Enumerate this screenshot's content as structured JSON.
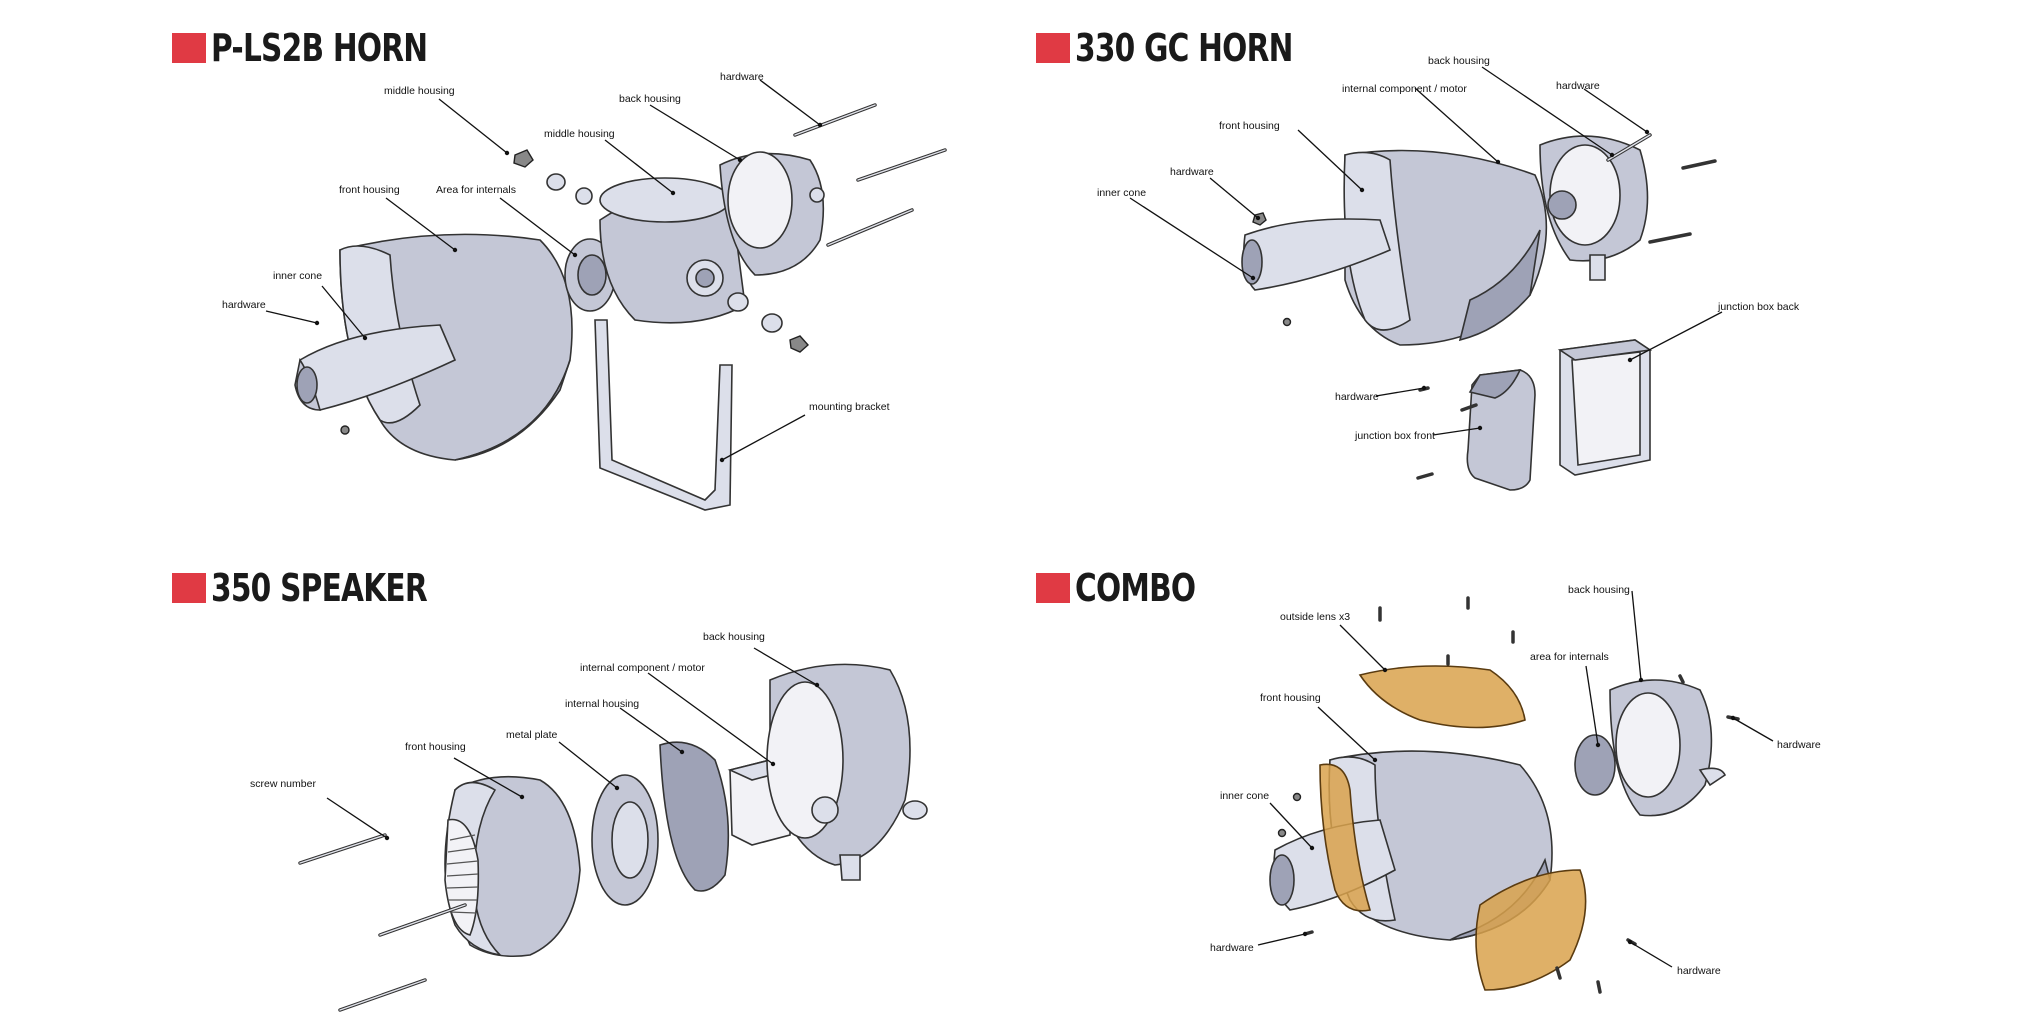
{
  "colors": {
    "accent": "#e03a44",
    "part_fill": "#c4c7d6",
    "lens_fill": "#d9a24c"
  },
  "panels": [
    {
      "title": "P-LS2B HORN",
      "labels": [
        "middle housing",
        "hardware",
        "back housing",
        "middle housing",
        "front housing",
        "Area for internals",
        "inner cone",
        "hardware",
        "mounting bracket"
      ]
    },
    {
      "title": "330 GC HORN",
      "labels": [
        "back housing",
        "internal component / motor",
        "hardware",
        "front housing",
        "hardware",
        "inner cone",
        "junction box back",
        "hardware",
        "junction box front"
      ]
    },
    {
      "title": "350 SPEAKER",
      "labels": [
        "back housing",
        "internal component / motor",
        "internal housing",
        "metal plate",
        "front housing",
        "screw number"
      ]
    },
    {
      "title": "COMBO",
      "labels": [
        "back housing",
        "outside lens x3",
        "area for internals",
        "front housing",
        "hardware",
        "inner cone",
        "hardware",
        "hardware"
      ]
    }
  ]
}
